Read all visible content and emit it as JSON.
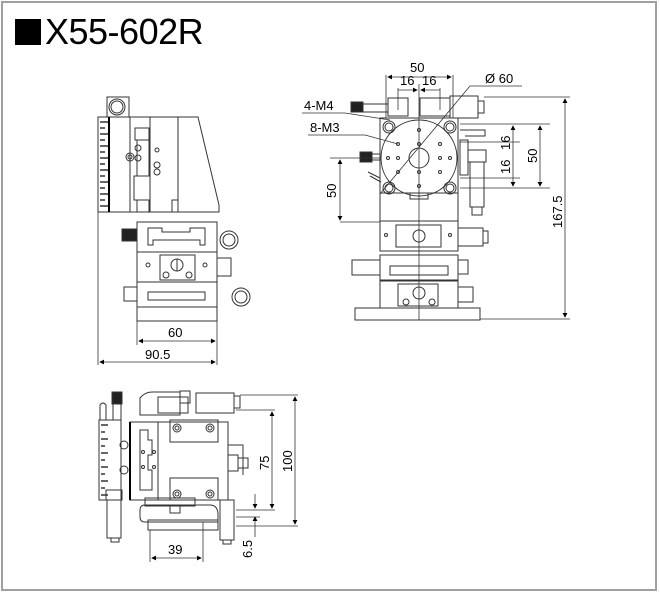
{
  "title": "X55-602R",
  "title_marker": "black-square",
  "views": {
    "side_view": {
      "dimensions": {
        "base_width": "60",
        "overall_width": "90.5"
      }
    },
    "front_view": {
      "labels": {
        "tapped_holes_large": "4-M4",
        "tapped_holes_small": "8-M3"
      },
      "dimensions": {
        "hole_spacing_total": "50",
        "hole_spacing_left": "16",
        "hole_spacing_right": "16",
        "diameter": "Ø 60",
        "height_to_center": "50",
        "right_spacing_upper": "16",
        "right_spacing_lower": "16",
        "right_spacing_total": "50",
        "overall_height": "167.5"
      }
    },
    "top_view": {
      "dimensions": {
        "offset_width": "39",
        "inner_height": "75",
        "overall_height": "100",
        "offset_bottom": "6.5"
      }
    }
  }
}
